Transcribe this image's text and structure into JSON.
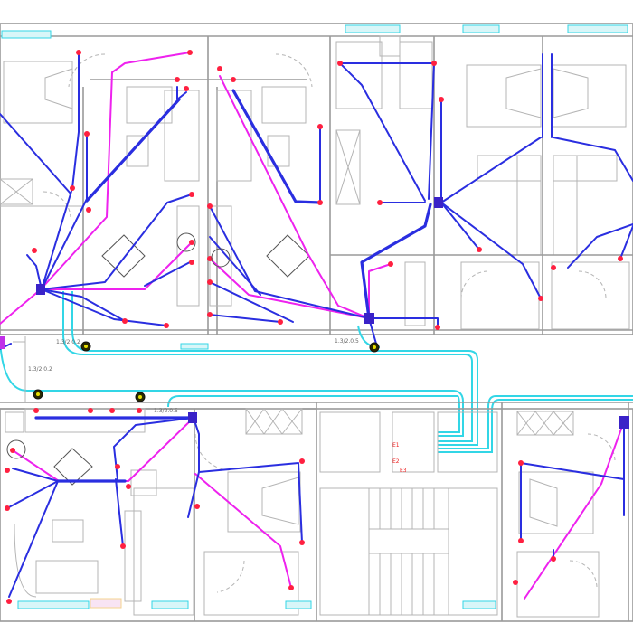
{
  "drawing": {
    "type": "electrical-floor-plan",
    "background": "#ffffff",
    "colors": {
      "walls": "#9a9a9a",
      "power_circuit": "#2a2ee0",
      "lighting_circuit": "#ee22ee",
      "corridor_conduit": "#33d6e6",
      "outlet_points": "#ff2040",
      "corridor_lamps": "#e8e000"
    },
    "labels": {
      "corridor_label_1": "1.3/2.0.2",
      "corridor_label_2": "1.3/2.0.2",
      "corridor_label_3": "1.3/2.0.5",
      "corridor_label_4": "1.3/2.0.5",
      "riser_label_1": "E1",
      "riser_label_2": "E2",
      "riser_label_3": "E3"
    },
    "units": [
      {
        "name": "apartment-top-left"
      },
      {
        "name": "apartment-top-center"
      },
      {
        "name": "apartment-top-right"
      },
      {
        "name": "apartment-bottom-left"
      },
      {
        "name": "stairwell"
      },
      {
        "name": "apartment-bottom-right"
      }
    ]
  }
}
